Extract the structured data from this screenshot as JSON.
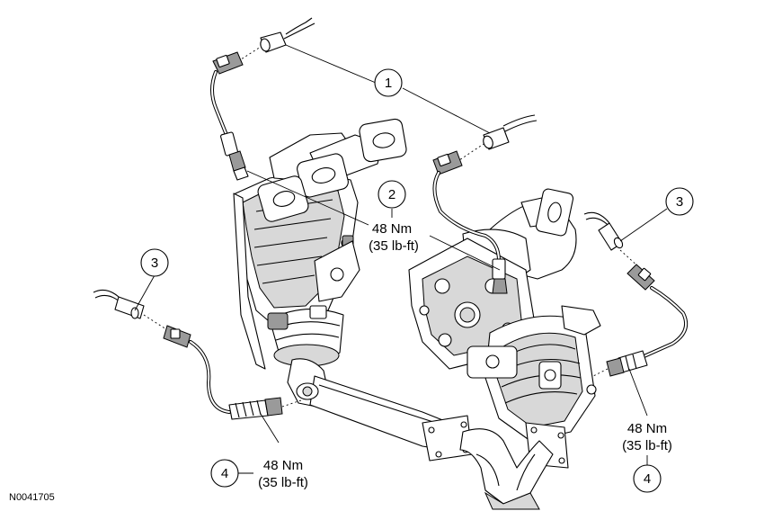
{
  "callouts": {
    "c1": "1",
    "c2": "2",
    "c3_left": "3",
    "c3_right": "3",
    "c4_left": "4",
    "c4_right": "4"
  },
  "torques": {
    "center": {
      "nm": "48 Nm",
      "lbft": "(35 lb-ft)"
    },
    "left": {
      "nm": "48 Nm",
      "lbft": "(35 lb-ft)"
    },
    "right": {
      "nm": "48 Nm",
      "lbft": "(35 lb-ft)"
    }
  },
  "figure_id": "N0041705"
}
